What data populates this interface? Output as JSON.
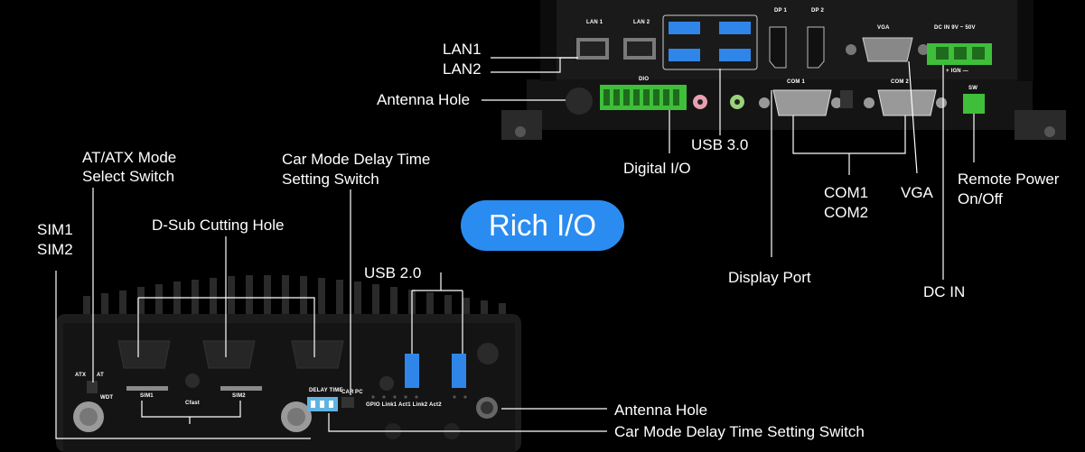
{
  "badge": "Rich I/O",
  "callouts": {
    "lan": [
      "LAN1",
      "LAN2"
    ],
    "antenna_top": "Antenna Hole",
    "usb30": "USB 3.0",
    "digital_io": "Digital I/O",
    "com": [
      "COM1",
      "COM2"
    ],
    "vga": "VGA",
    "remote_power": [
      "Remote Power",
      "On/Off"
    ],
    "display_port": "Display Port",
    "dc_in": "DC IN",
    "atx_mode": [
      "AT/ATX Mode",
      "Select Switch"
    ],
    "car_mode_delay": [
      "Car Mode Delay Time",
      "Setting Switch"
    ],
    "sim": [
      "SIM1",
      "SIM2"
    ],
    "dsub": "D-Sub Cutting Hole",
    "usb20": "USB 2.0",
    "antenna_bottom": "Antenna Hole",
    "car_mode_delay_bottom": "Car Mode Delay Time Setting Switch"
  },
  "panel_top": {
    "lan1": "LAN 1",
    "lan2": "LAN 2",
    "dp1": "DP 1",
    "dp2": "DP 2",
    "vga": "VGA",
    "dcin": "DC IN  9V ~ 50V",
    "ign": "+  IGN  —",
    "dio": "DIO",
    "com1": "COM 1",
    "com2": "COM 2",
    "sw": "SW"
  },
  "panel_bottom": {
    "atx": "ATX",
    "at": "AT",
    "wdt": "WDT",
    "sim1": "SIM1",
    "sim2": "SIM2",
    "cfast": "Cfast",
    "delay_time": "DELAY TIME",
    "car": "CAR",
    "pc": "PC",
    "leds": "GPIO  Link1  Act1  Link2  Act2"
  },
  "colors": {
    "badge": "#2a8cf0",
    "usb3": "#2f86e8",
    "terminal_green": "#3fbe3a",
    "line": "#ffffff"
  }
}
